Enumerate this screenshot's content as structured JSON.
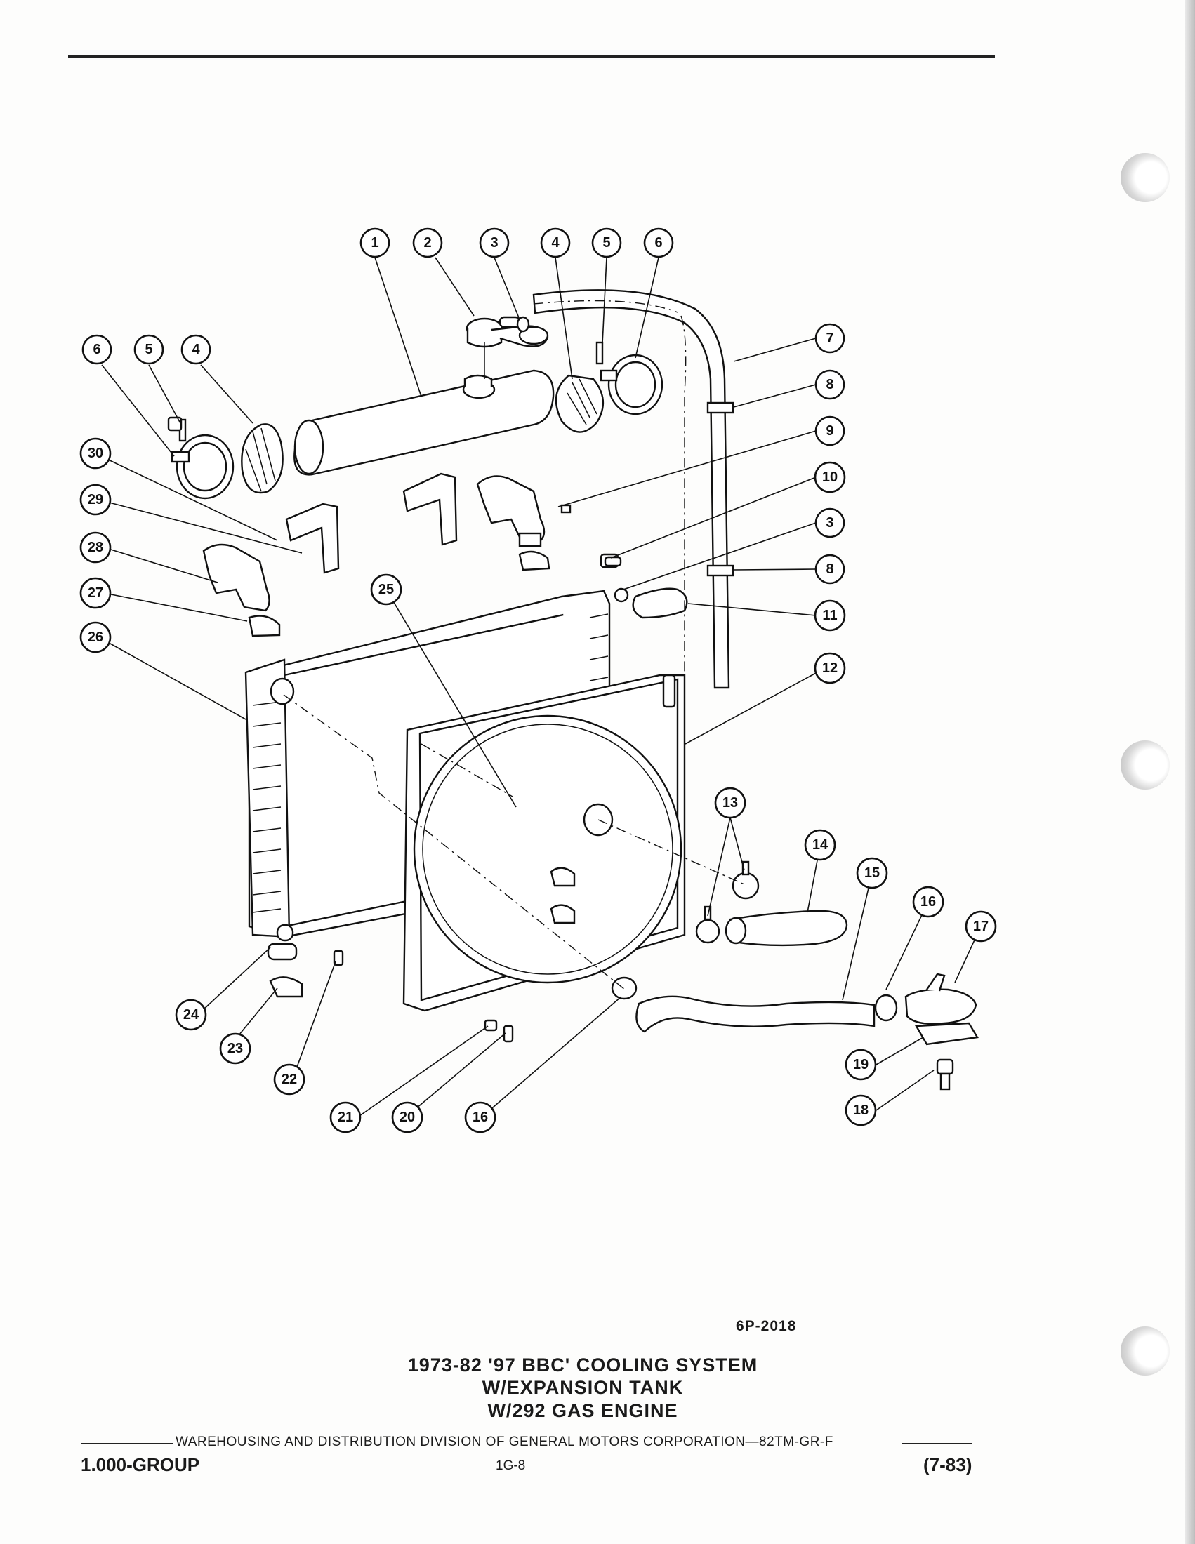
{
  "figure": {
    "code": "6P-2018",
    "caption_lines": [
      "1973-82 '97 BBC' COOLING SYSTEM",
      "W/EXPANSION TANK",
      "W/292 GAS ENGINE"
    ],
    "callouts": [
      "1",
      "2",
      "3",
      "4",
      "5",
      "6",
      "7",
      "8",
      "9",
      "10",
      "3",
      "8",
      "11",
      "12",
      "6",
      "5",
      "4",
      "30",
      "29",
      "28",
      "27",
      "26",
      "25",
      "13",
      "14",
      "15",
      "16",
      "17",
      "19",
      "18",
      "24",
      "23",
      "22",
      "21",
      "20",
      "16"
    ]
  },
  "footer": {
    "publisher": "WAREHOUSING AND DISTRIBUTION  DIVISION OF GENERAL MOTORS CORPORATION—82TM-GR-F",
    "group": "1.000-GROUP",
    "page": "1G-8",
    "revision": "(7-83)"
  }
}
